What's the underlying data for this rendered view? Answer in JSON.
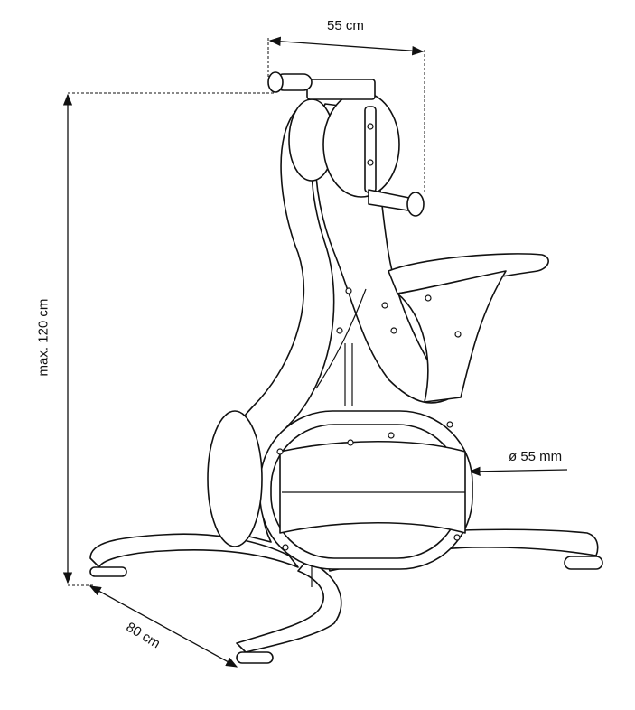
{
  "dimensions": {
    "width_label": "55 cm",
    "height_label": "max. 120 cm",
    "roller_diameter_label": "ø 55 mm",
    "base_depth_label": "80 cm"
  },
  "line_color": "#111111",
  "background_color": "#ffffff"
}
